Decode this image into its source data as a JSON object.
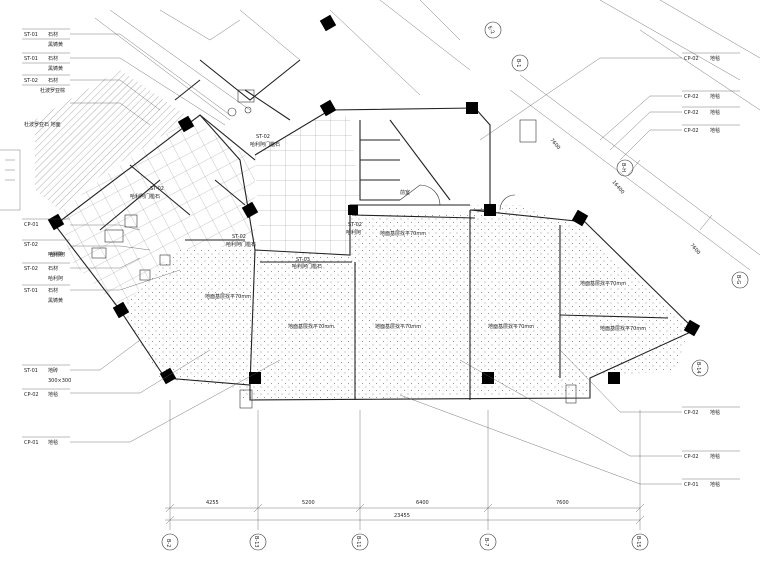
{
  "left_tags": [
    {
      "code": "ST-01",
      "name": "石材",
      "desc": ""
    },
    {
      "code": "",
      "name": "",
      "desc": "黑铸黄"
    },
    {
      "code": "ST-01",
      "name": "石材",
      "desc": ""
    },
    {
      "code": "",
      "name": "",
      "desc": "黑铸黄"
    },
    {
      "code": "ST-02",
      "name": "石材",
      "desc": ""
    },
    {
      "code": "",
      "name": "",
      "desc": "杜波罗亚棕"
    },
    {
      "code": "CP-01",
      "name": "",
      "desc": ""
    },
    {
      "code": "ST-02",
      "name": "",
      "desc": "哈利阿"
    },
    {
      "code": "ST-02",
      "name": "石材",
      "desc": ""
    },
    {
      "code": "",
      "name": "",
      "desc": "哈利阿"
    },
    {
      "code": "ST-01",
      "name": "石材",
      "desc": ""
    },
    {
      "code": "",
      "name": "",
      "desc": "黑铸黄"
    },
    {
      "code": "ST-01",
      "name": "地砖",
      "desc": "300×300"
    },
    {
      "code": "CP-02",
      "name": "地毯",
      "desc": ""
    },
    {
      "code": "CP-01",
      "name": "地毯",
      "desc": ""
    }
  ],
  "right_tags": [
    {
      "code": "CP-02",
      "name": "地毯"
    },
    {
      "code": "CP-02",
      "name": "地毯"
    },
    {
      "code": "CP-02",
      "name": "地毯"
    },
    {
      "code": "CP-02",
      "name": "地毯"
    },
    {
      "code": "CP-02",
      "name": "地毯"
    },
    {
      "code": "CP-02",
      "name": "地毯"
    },
    {
      "code": "CP-01",
      "name": "地毯"
    }
  ],
  "room_labels": [
    "地面基层找平70mm",
    "地面基层找平70mm",
    "地面基层找平70mm",
    "地面基层找平70mm",
    "地面基层找平70mm",
    "地面基层找平70mm",
    "地面基层找平70mm"
  ],
  "annotations": [
    "ST-02",
    "哈利阿门槛石",
    "ST-02",
    "哈利阿门槛石",
    "ST-02",
    "哈利阿门槛石",
    "ST-03",
    "哈利阿门槛石",
    "ST-02",
    "哈利阿",
    "哈利阿",
    "杜波罗亚石 地面",
    "前室"
  ],
  "dimensions": {
    "segments": [
      "4255",
      "5200",
      "6400",
      "7600"
    ],
    "total": "23455",
    "diagonal": [
      "7600",
      "16400",
      "7600"
    ]
  },
  "axis_labels": [
    "B-2",
    "B-13",
    "B-11",
    "B-7",
    "B-15",
    "B-1",
    "B-H",
    "B-G",
    "B-14",
    "E-2"
  ]
}
